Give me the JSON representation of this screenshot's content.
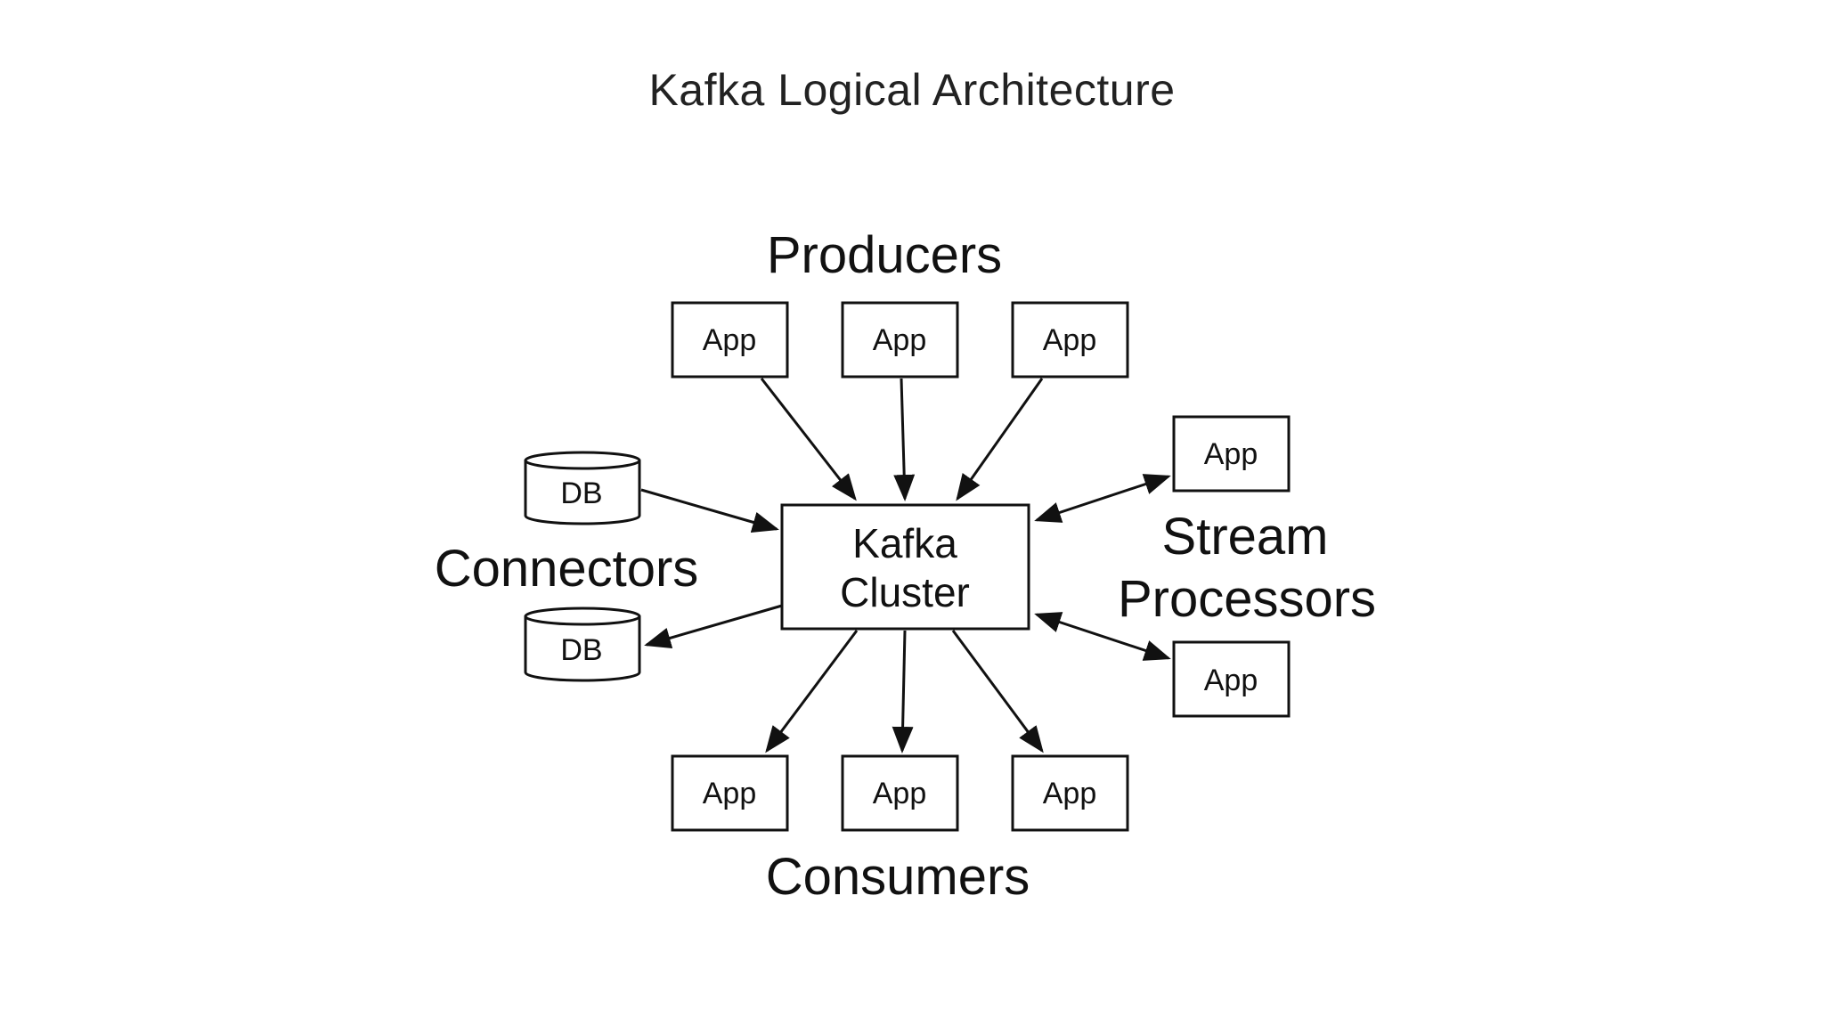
{
  "title": "Kafka Logical Architecture",
  "cluster": {
    "line1": "Kafka",
    "line2": "Cluster"
  },
  "labels": {
    "producers": "Producers",
    "consumers": "Consumers",
    "connectors": "Connectors",
    "stream_line1": "Stream",
    "stream_line2": "Processors"
  },
  "app_label": "App",
  "db_label": "DB",
  "nodes": {
    "producers": [
      "App",
      "App",
      "App"
    ],
    "consumers": [
      "App",
      "App",
      "App"
    ],
    "stream_processors": [
      "App",
      "App"
    ],
    "connectors": [
      "DB",
      "DB"
    ]
  }
}
